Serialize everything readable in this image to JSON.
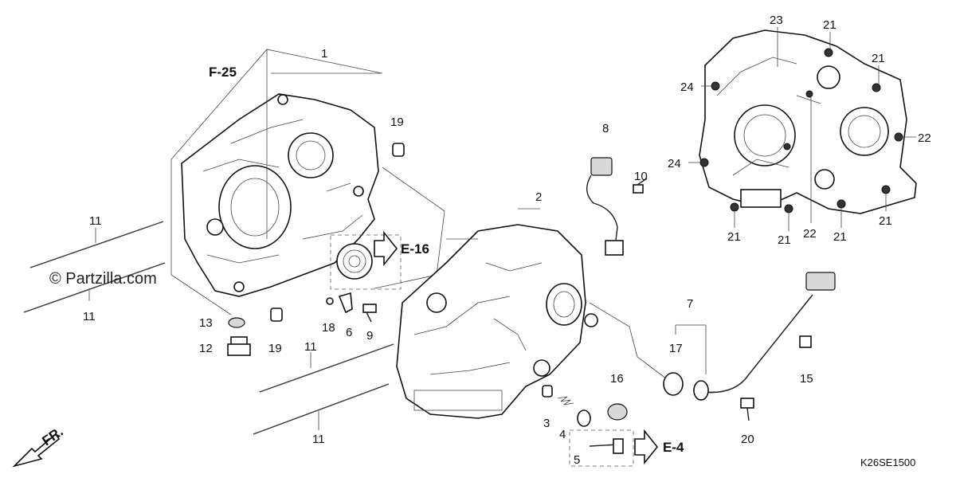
{
  "diagram": {
    "callouts": {
      "p1": "1",
      "p2": "2",
      "p3": "3",
      "p4": "4",
      "p5": "5",
      "p6": "6",
      "p7": "7",
      "p8": "8",
      "p9": "9",
      "p10": "10",
      "p11a": "11",
      "p11b": "11",
      "p11c": "11",
      "p11d": "11",
      "p12": "12",
      "p13": "13",
      "p15": "15",
      "p16": "16",
      "p17": "17",
      "p18": "18",
      "p19a": "19",
      "p19b": "19",
      "p20": "20",
      "p21a": "21",
      "p21b": "21",
      "p21c": "21",
      "p21d": "21",
      "p21e": "21",
      "p21f": "21",
      "p22a": "22",
      "p22b": "22",
      "p23": "23",
      "p24a": "24",
      "p24b": "24"
    },
    "refs": {
      "f25": "F-25",
      "e16": "E-16",
      "e4": "E-4",
      "fr": "FR."
    },
    "watermark": "© Partzilla.com",
    "code": "K26SE1500"
  }
}
